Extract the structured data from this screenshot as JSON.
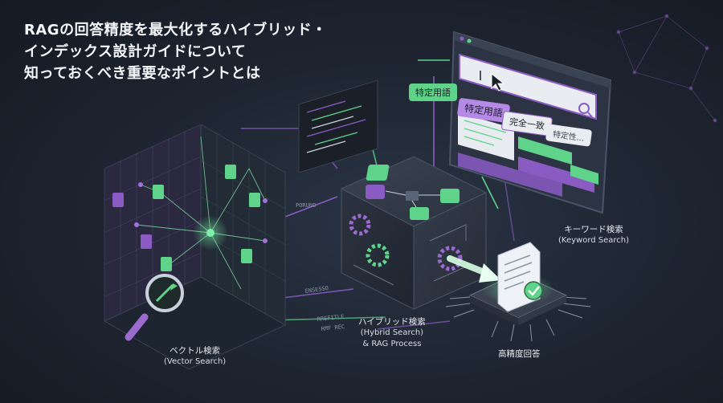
{
  "title": {
    "line1": "RAGの回答精度を最大化するハイブリッド・",
    "line2": "インデックス設計ガイドについて",
    "line3": "知っておくべき重要なポイントとは"
  },
  "labels": {
    "vector": {
      "ja": "ベクトル検索",
      "en": "(Vector Search)"
    },
    "hybrid": {
      "ja": "ハイブリッド検索",
      "en": "(Hybrid Search)",
      "extra": "& RAG Process"
    },
    "keyword": {
      "ja": "キーワード検索",
      "en": "(Keyword Search)"
    },
    "answer": {
      "ja": "高精度回答"
    }
  },
  "search_window": {
    "query_text": "|",
    "chips": [
      "特定用語",
      "特定用語",
      "完全一致",
      "特定性..."
    ]
  },
  "colors": {
    "green": "#5fd38a",
    "purple": "#8b5bc4",
    "dark_panel": "#2b3240"
  }
}
